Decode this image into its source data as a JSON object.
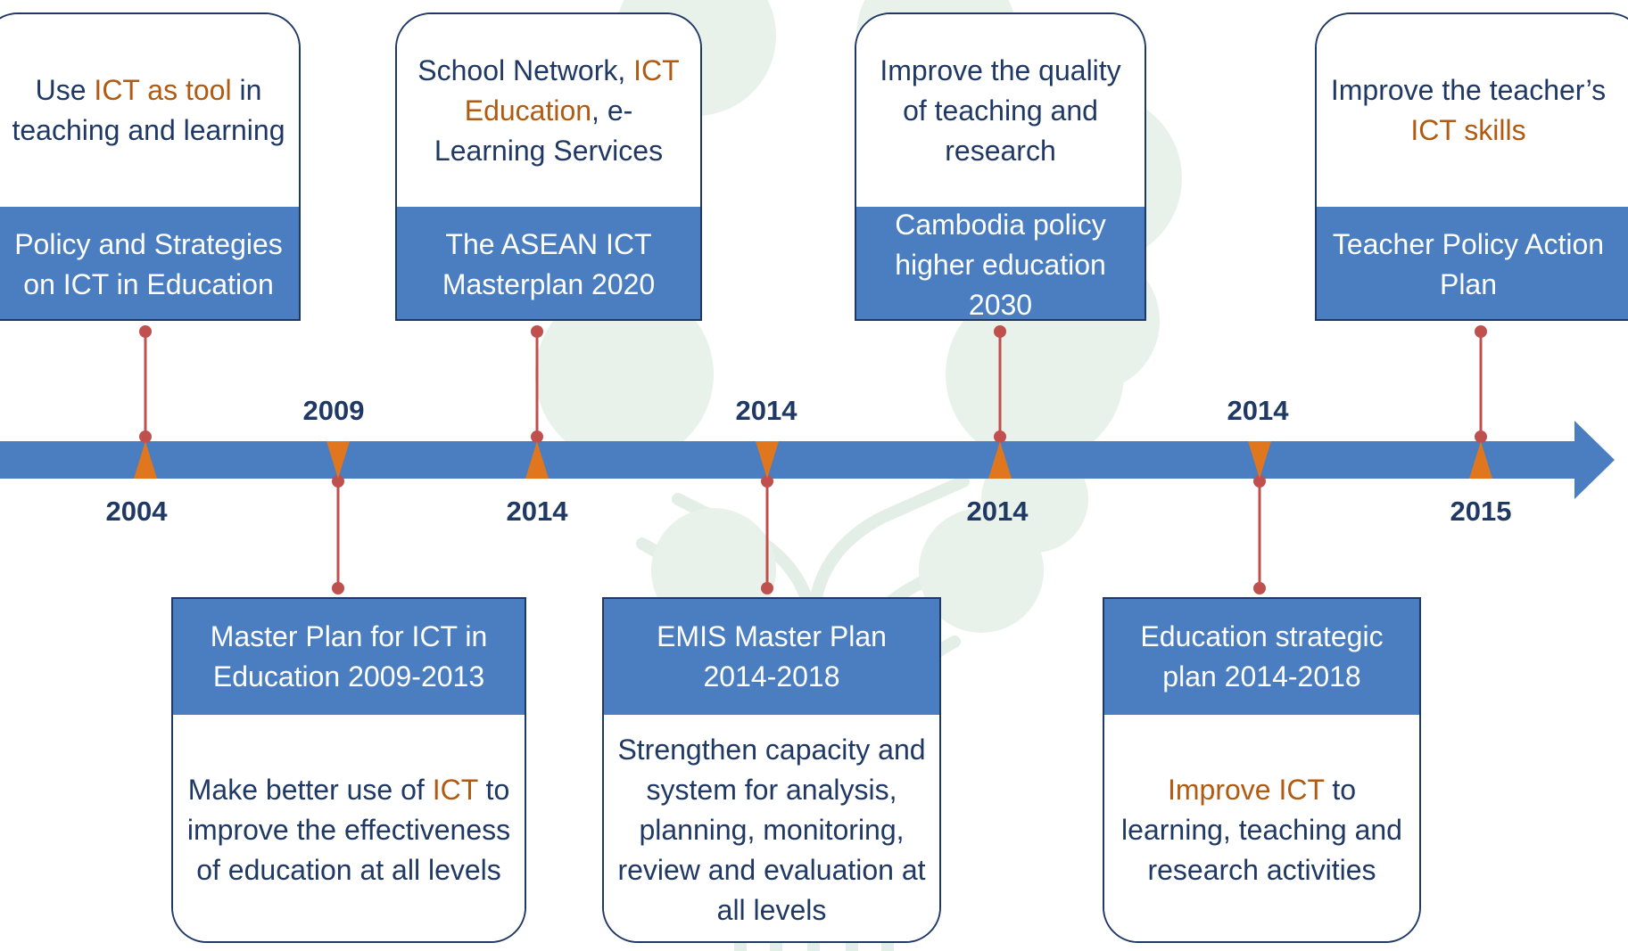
{
  "colors": {
    "axis": "#4a7ec1",
    "title_fill": "#4a7ec1",
    "border": "#1f3864",
    "text": "#1f3864",
    "highlight": "#b15a11",
    "marker": "#e0761d",
    "connector": "#c0504d",
    "watermark": "#e3efe6"
  },
  "items": [
    {
      "year": "2004",
      "title": "Policy and Strategies on ICT in Education",
      "desc": [
        {
          "text": "Use "
        },
        {
          "text": "ICT as tool",
          "hl": true
        },
        {
          "text": " in teaching and learning"
        }
      ]
    },
    {
      "year": "2009",
      "title": "Master Plan for ICT in Education 2009-2013",
      "desc": [
        {
          "text": "Make better use of "
        },
        {
          "text": "ICT",
          "hl": true
        },
        {
          "text": " to improve the effectiveness of education at all levels"
        }
      ]
    },
    {
      "year": "2014",
      "title": "The ASEAN ICT Masterplan 2020",
      "desc": [
        {
          "text": "School Network, "
        },
        {
          "text": "ICT Education",
          "hl": true
        },
        {
          "text": ", e-Learning Services"
        }
      ]
    },
    {
      "year": "2014",
      "title": "EMIS Master Plan 2014-2018",
      "desc": [
        {
          "text": "Strengthen capacity and system for analysis, planning, monitoring, review and evaluation at all levels"
        }
      ]
    },
    {
      "year": "2014",
      "title": "Cambodia policy higher education 2030",
      "desc": [
        {
          "text": "Improve the quality of teaching and research"
        }
      ]
    },
    {
      "year": "2014",
      "title": "Education strategic plan 2014-2018",
      "desc": [
        {
          "text": "Improve ICT",
          "hl": true
        },
        {
          "text": " to learning, teaching and research activities"
        }
      ]
    },
    {
      "year": "2015",
      "title": "Teacher Policy Action Plan",
      "desc": [
        {
          "text": "Improve the teacher’s "
        },
        {
          "text": "ICT skills",
          "hl": true
        }
      ]
    }
  ]
}
